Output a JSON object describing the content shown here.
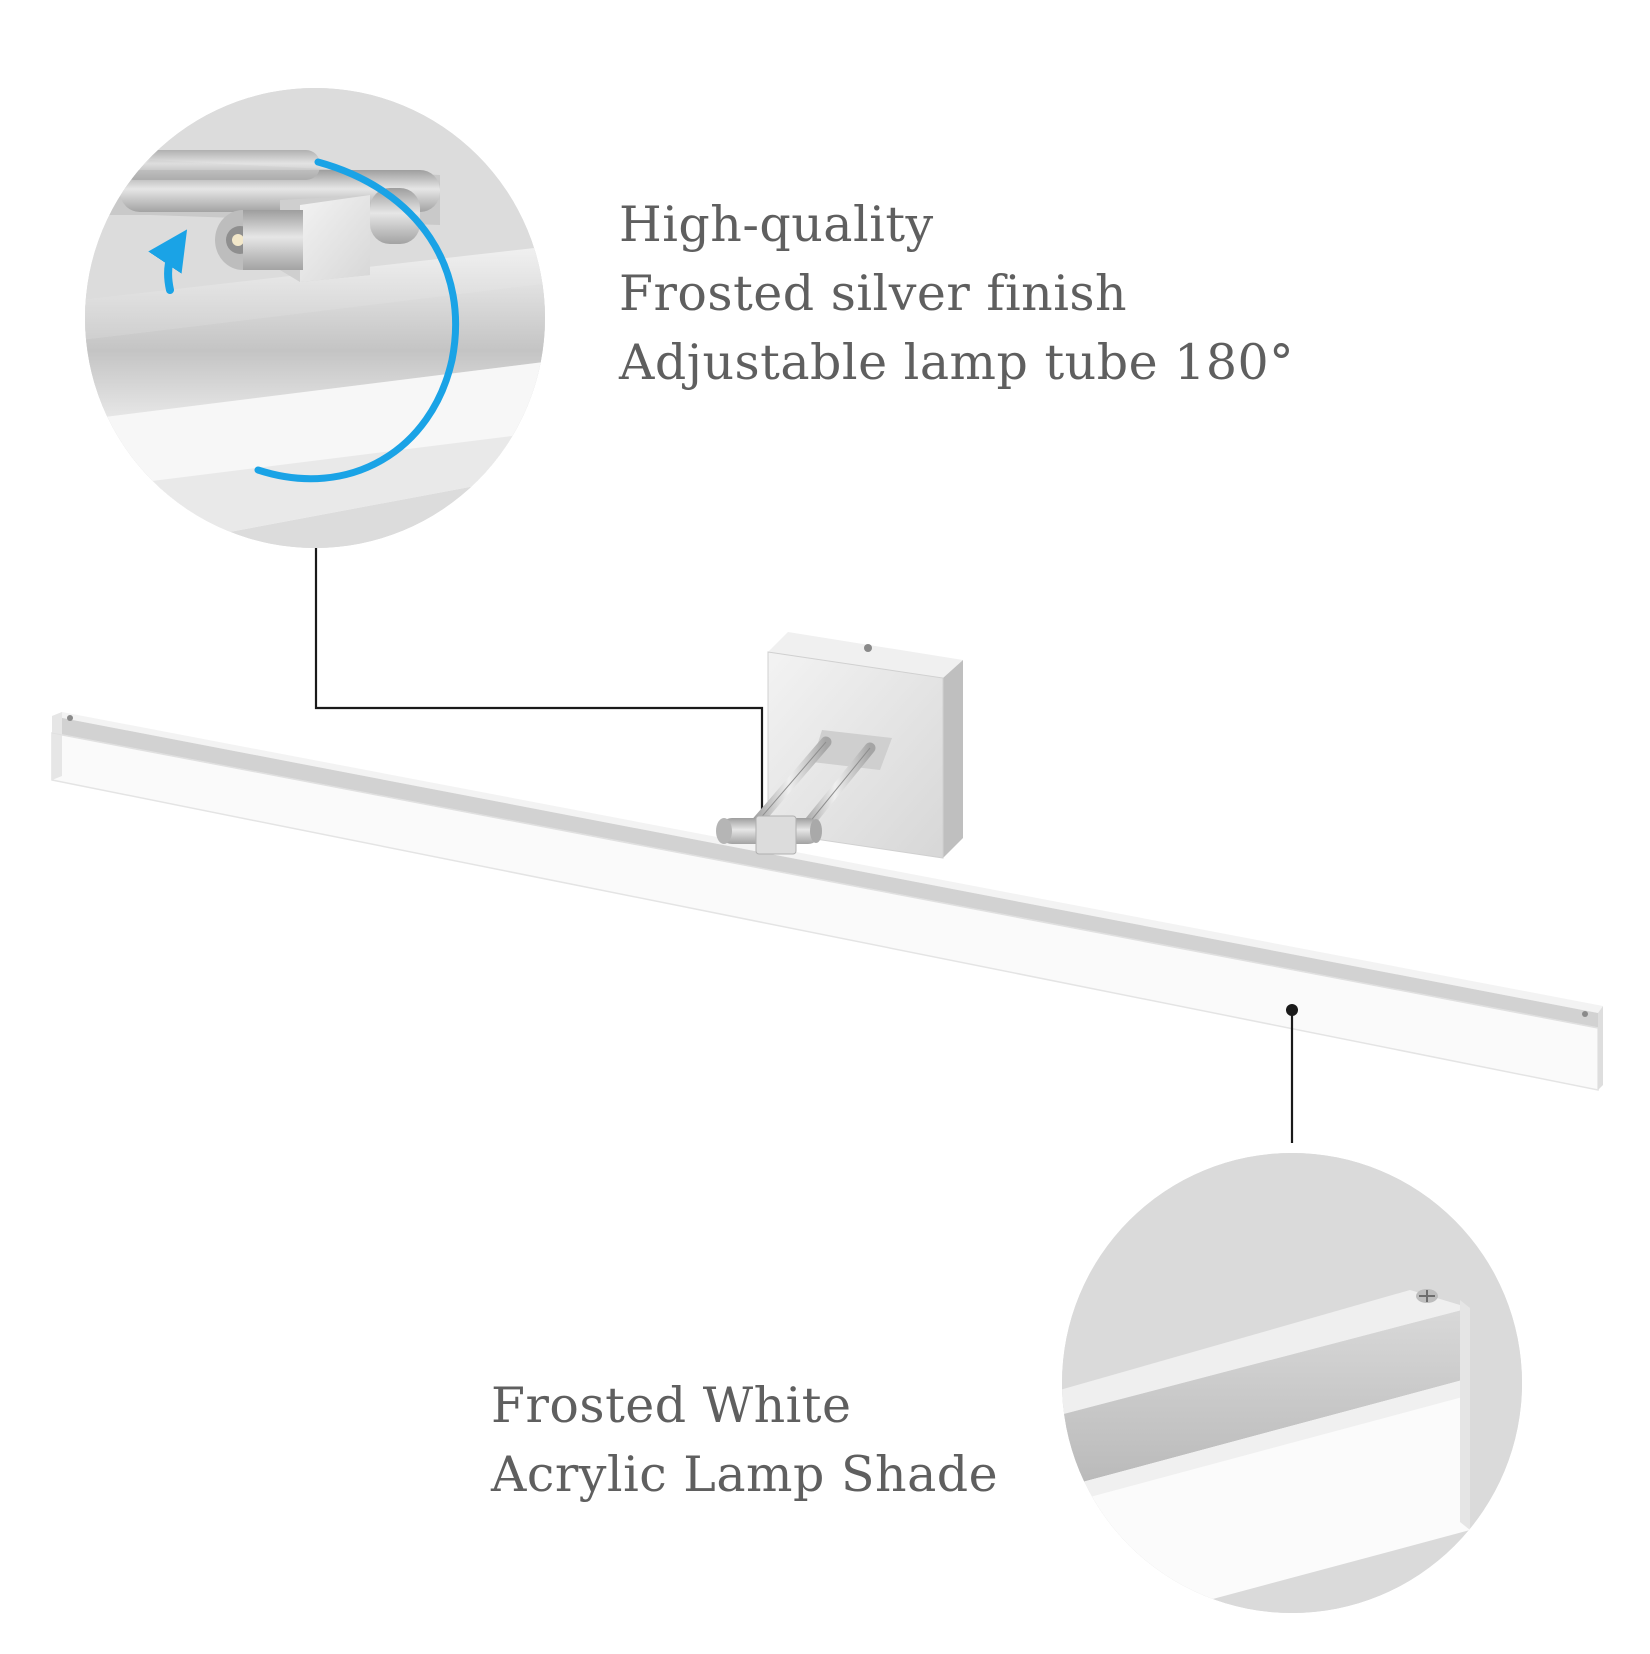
{
  "features": {
    "finish_caption": [
      "High-quality",
      "Frosted silver finish",
      "Adjustable lamp tube 180°"
    ],
    "shade_caption": [
      "Frosted White",
      "Acrylic Lamp Shade"
    ]
  },
  "colors": {
    "rotation_arrow": "#1aa3e6",
    "caption_text": "#5f5f5f",
    "callout_line": "#1a1a1a",
    "silver_body": "#d6d6d6",
    "lens_white": "#fbfbfb"
  },
  "icons": {
    "rotation": "circular-rotation-arrow-icon"
  }
}
